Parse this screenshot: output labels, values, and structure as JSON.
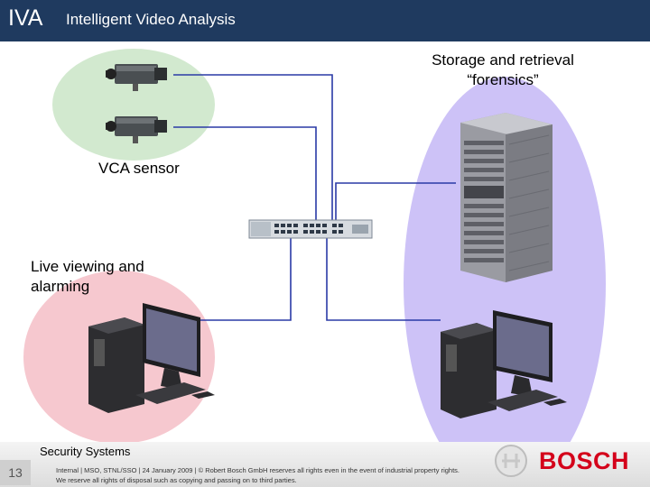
{
  "header": {
    "abbrev": "IVA",
    "title": "Intelligent Video Analysis"
  },
  "labels": {
    "storage_line1": "Storage and retrieval",
    "storage_line2": "“forensics”",
    "vca": "VCA sensor",
    "live_line1": "Live viewing and",
    "live_line2": "alarming"
  },
  "footer": {
    "section": "Security Systems",
    "page": "13",
    "legal_line1": "Internal | MSO, STNL/SSO | 24 January 2009 | © Robert Bosch GmbH reserves all rights even in the event of industrial property rights.",
    "legal_line2": "We reserve all rights of disposal such as copying and passing on to third parties.",
    "brand": "BOSCH"
  },
  "colors": {
    "header": "#1f3a5f",
    "camera_zone": "#d2e9cf",
    "storage_zone": "#cdc2f7",
    "live_zone": "#f6c8cf",
    "link": "#2a3aa6",
    "brand": "#d4001a"
  }
}
